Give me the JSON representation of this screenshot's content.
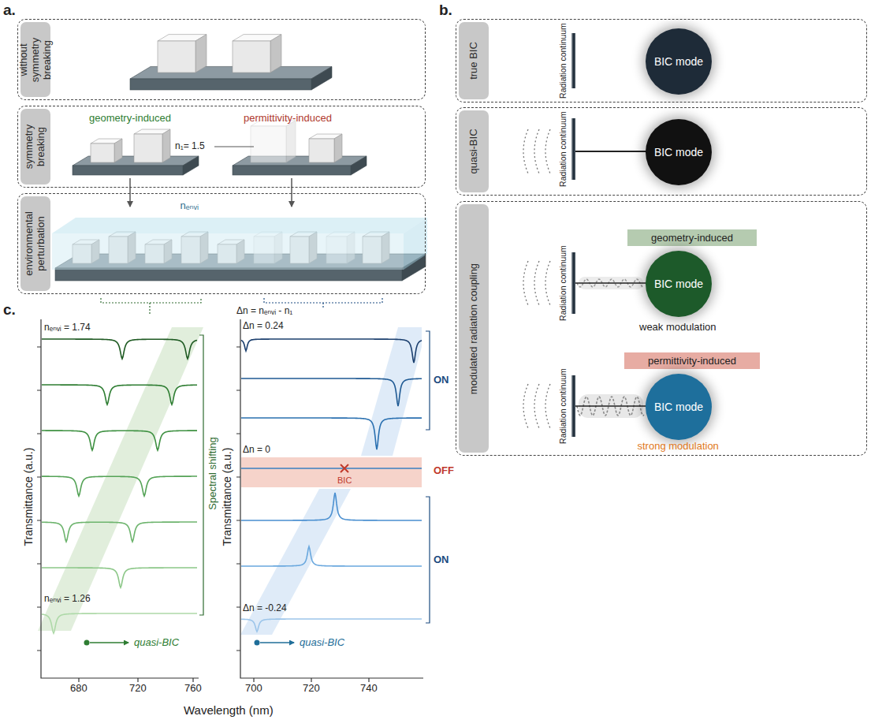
{
  "diagram": {
    "nodes": [
      {
        "text": [
          "without symmetry breaking"
        ]
      },
      {
        "text": [
          "symmetry breaking"
        ]
      },
      {
        "text": [
          "environmental perturbation"
        ]
      },
      {
        "text": [
          "true BIC"
        ]
      },
      {
        "text": [
          "BIC mode"
        ],
        "in": 3
      },
      {
        "text": [
          "quasi-BIC"
        ]
      },
      {
        "text": [
          "BIC mode"
        ],
        "in": 5
      },
      {
        "text": [
          "modulated radiation coupling"
        ]
      },
      {
        "text": [
          "geometry-induced"
        ],
        "in": 7
      },
      {
        "text": [
          "BIC mode"
        ],
        "in": 7
      },
      {
        "text": [
          "permittivity-induced"
        ],
        "in": 7
      },
      {
        "text": [
          "BIC mode"
        ],
        "in": 7
      }
    ],
    "labels": [
      "a.",
      "geometry-induced",
      "permittivity-induced",
      "n₁= 1.5",
      "nₑₙᵥᵢ",
      "b.",
      "Radiation continuum",
      "Radiation continuum",
      "Radiation continuum",
      "weak modulation",
      "Radiation continuum",
      "strong modulation",
      "c.",
      "nₑₙᵥᵢ = 1.74",
      "nₑₙᵥᵢ = 1.26",
      "Spectral shifting",
      "quasi-BIC",
      "Δn = nₑₙᵥᵢ - n₁",
      "Δn = 0.24",
      "ON",
      "Δn = 0",
      "BIC",
      "OFF",
      "ON",
      "Δn = -0.24",
      "quasi-BIC",
      "Transmittance (a.u.)",
      "Transmittance (a.u.)",
      "680",
      "720",
      "760",
      "700",
      "720",
      "740",
      "Wavelength (nm)"
    ]
  }
}
